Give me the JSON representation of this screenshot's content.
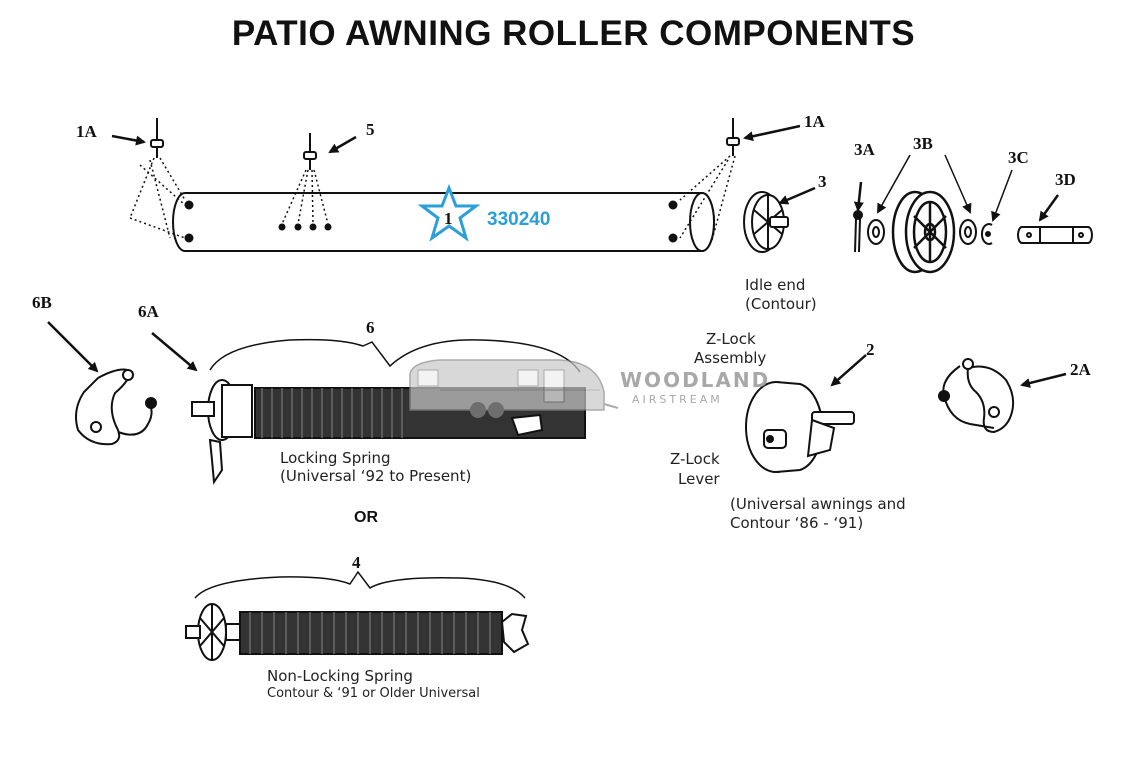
{
  "title": "PATIO AWNING ROLLER COMPONENTS",
  "callouts": {
    "c1": "1",
    "c1a_left": "1A",
    "c1a_right": "1A",
    "c5": "5",
    "c3": "3",
    "c3a": "3A",
    "c3b": "3B",
    "c3c": "3C",
    "c3d": "3D",
    "c6b": "6B",
    "c6a": "6A",
    "c6": "6",
    "c2": "2",
    "c2a": "2A",
    "c4": "4"
  },
  "part_number": "330240",
  "captions": {
    "idle_end_1": "Idle end",
    "idle_end_2": "(Contour)",
    "zlock_assembly_1": "Z-Lock",
    "zlock_assembly_2": "Assembly",
    "zlock_lever_1": "Z-Lock",
    "zlock_lever_2": "Lever",
    "universal_1": "(Universal awnings and",
    "universal_2": "Contour ‘86 - ‘91)",
    "locking_1": "Locking Spring",
    "locking_2": "(Universal ‘92 to Present)",
    "or": "OR",
    "nonlocking_1": "Non-Locking Spring",
    "nonlocking_2": "Contour & ‘91 or Older Universal"
  },
  "watermark": {
    "line1": "WOODLAND",
    "line2": "AIRSTREAM"
  },
  "colors": {
    "accent_star": "#2a9fd8",
    "ink": "#111111",
    "watermark": "#9a9a9a"
  }
}
